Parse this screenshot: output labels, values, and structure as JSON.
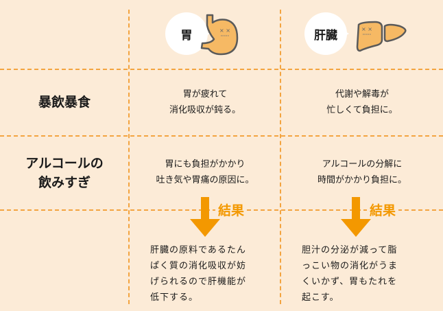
{
  "columns": [
    {
      "label": "胃",
      "icon": "stomach-icon"
    },
    {
      "label": "肝臓",
      "icon": "liver-icon"
    }
  ],
  "rows": [
    {
      "label": [
        "暴飲暴食"
      ],
      "cells": [
        [
          "胃が疲れて",
          "消化吸収が鈍る。"
        ],
        [
          "代謝や解毒が",
          "忙しくて負担に。"
        ]
      ]
    },
    {
      "label": [
        "アルコールの",
        "飲みすぎ"
      ],
      "cells": [
        [
          "胃にも負担がかかり",
          "吐き気や胃痛の原因に。"
        ],
        [
          "アルコールの分解に",
          "時間がかかり負担に。"
        ]
      ]
    }
  ],
  "result_label": "結果",
  "results": [
    [
      "肝臓の原料であるたん",
      "ぱく質の消化吸収が妨",
      "げられるので肝機能が",
      "低下する。"
    ],
    [
      "胆汁の分泌が減って脂",
      "っこい物の消化がうま",
      "くいかず、胃もたれを",
      "起こす。"
    ]
  ],
  "colors": {
    "background": "#fcebd7",
    "accent": "#f39800",
    "organ": "#f6b964"
  }
}
